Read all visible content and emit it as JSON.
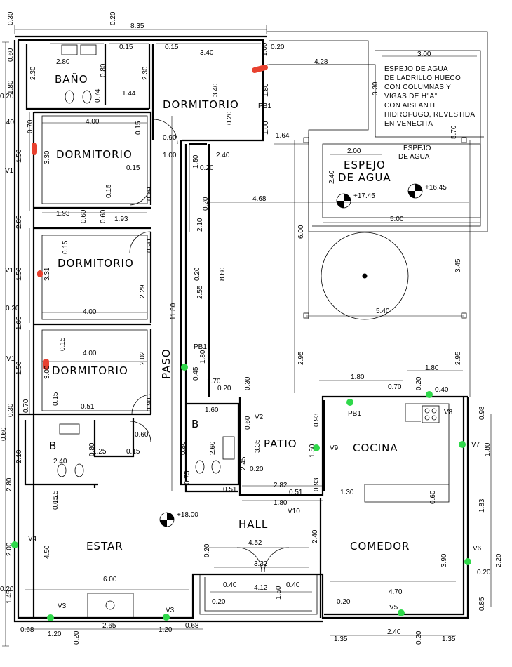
{
  "rooms": {
    "bano": "BAÑO",
    "dormitorio_1": "DORMITORIO",
    "dormitorio_2": "DORMITORIO",
    "dormitorio_3": "DORMITORIO",
    "dormitorio_4": "DORMITORIO",
    "paso": "PASO",
    "patio": "PATIO",
    "cocina": "COCINA",
    "hall": "HALL",
    "estar": "ESTAR",
    "comedor": "COMEDOR",
    "b_left": "B",
    "b_mid": "B",
    "espejo_agua": [
      "ESPEJO",
      "DE AGUA"
    ],
    "espejo_small": [
      "ESPEJO",
      "DE AGUA"
    ]
  },
  "note_lines": [
    "ESPEJO DE AGUA",
    "DE LADRILLO HUECO",
    "CON COLUMNAS Y",
    "VIGAS DE H°A°",
    "CON AISLANTE",
    "HIDROFUGO, REVESTIDA",
    "EN VENECITA"
  ],
  "levels": {
    "espejo_1": "+17.45",
    "espejo_2": "+16.45",
    "estar": "+18.00"
  },
  "openings": {
    "pb1_top": "PB1",
    "pb1_paso": "PB1",
    "pb1_cocina": "PB1",
    "v1_a": "V1",
    "v1_b": "V1",
    "v1_c": "V1",
    "v2": "V2",
    "v3_a": "V3",
    "v3_b": "V3",
    "v4": "V4",
    "v5": "V5",
    "v6": "V6",
    "v7": "V7",
    "v8": "V8",
    "v9": "V9",
    "v10": "V10"
  },
  "dims": {
    "d835": "8.35",
    "d020_t": "0.20",
    "d030": "0.30",
    "d060_l": "0.60",
    "d080_l": "0.80",
    "d280": "2.80",
    "d015_a": "0.15",
    "d015_b": "0.15",
    "d340_t": "3.40",
    "d100_t": "1.00",
    "d020_r": "0.20",
    "d230_a": "2.30",
    "d230_b": "2.30",
    "d080_b": "0.80",
    "d074": "0.74",
    "d144": "1.44",
    "d180_l": "1.80",
    "d020_l1": "0.20",
    "d428": "4.28",
    "d340_v": "3.40",
    "d180_v": "1.80",
    "d020_v": "0.20",
    "d100_v": "1.00",
    "d164": "1.64",
    "d040_l": ".40",
    "d070_l": "0.70",
    "d400_1": "4.00",
    "d015_c": "0.15",
    "d090_1": "0.90",
    "d150_1": "1.50",
    "d330": "3.30",
    "d015_d": "0.15",
    "d100_m": "1.00",
    "d240_m": "2.40",
    "d150_m": "1.50",
    "d020_m": "0.20",
    "d015_e": "0.15",
    "d090_2": "0.90",
    "d285": "2.85",
    "d193_a": "1.93",
    "d060_a": "0.60",
    "d060_b": "0.60",
    "d193_b": "1.93",
    "d015_f": "0.15",
    "d090_3": "0.90",
    "d331": "3.31",
    "d229": "2.29",
    "d150_2": "1.50",
    "d400_2": "4.00",
    "d020_l2": "0.20",
    "d165": "1.65",
    "d015_g": "0.15",
    "d400_3": "4.00",
    "d202": "2.02",
    "d150_3": "1.50",
    "d300": "3.00",
    "d1180": "11.80",
    "d880": "8.80",
    "d210_p": "2.10",
    "d020_p": "0.20",
    "d020_p2": "0.20",
    "d255": "2.55",
    "d180_p": "1.80",
    "d045": "0.45",
    "d170": "1.70",
    "d020_p3": "0.20",
    "d030_l": "0.30",
    "d070_l2": "0.70",
    "d015_h": "0.15",
    "d051_a": "0.51",
    "d090_4": "0.90",
    "d060_l2": "0.60",
    "d210_l": "2.10",
    "d080_l2": "0.80",
    "d060_c": "0.60",
    "d125": "1.25",
    "d015_i": "0.15",
    "d240_l": "2.40",
    "d280_l": "2.80",
    "d015_j": "0.15",
    "d160": "1.60",
    "d030_m": "0.30",
    "d060_m": "0.60",
    "d260": "2.60",
    "d080_m": "0.80",
    "d075": "0.75",
    "d245": "2.45",
    "d335": "3.35",
    "d020_m2": "0.20",
    "d051_b": "0.51",
    "d282": "2.82",
    "d051_c": "0.51",
    "d180_m": "1.80",
    "d093_a": "0.93",
    "d150_m2": "1.50",
    "d093_b": "0.93",
    "d130": "1.30",
    "d060_k": "0.60",
    "d468": "4.68",
    "d600": "6.00",
    "d540": "5.40",
    "d345": "3.45",
    "d295_a": "2.95",
    "d295_b": "2.95",
    "d180_c": "1.80",
    "d180_c2": "1.80",
    "d070_c": "0.70",
    "d020_c": "0.20",
    "d040_c": "0.40",
    "d098": "0.98",
    "d180_r": "1.80",
    "d183": "1.83",
    "d220": "2.20",
    "d020_r2": "0.20",
    "d085": "0.85",
    "d390": "3.90",
    "d470": "4.70",
    "d020_c2": "0.20",
    "d240_b": "2.40",
    "d020_b": "0.20",
    "d135_a": "1.35",
    "d135_b": "1.35",
    "d300_e": "3.00",
    "d330_e": "3.30",
    "d570": "5.70",
    "d200_e": "2.00",
    "d240_e": "2.40",
    "d500": "5.00",
    "d240_h": "2.40",
    "d452": "4.52",
    "d332": "3.32",
    "d020_h": "0.20",
    "d040_h1": "0.40",
    "d412": "4.12",
    "d040_h2": "0.40",
    "d020_h2": "0.20",
    "d150_h": "1.50",
    "d450": "4.50",
    "d015_s": "0.15",
    "d200_s": "2.00",
    "d600_s": "6.00",
    "d020_s": "0.20",
    "d145": "1.45",
    "d068_a": "0.68",
    "d120_a": "1.20",
    "d265": "2.65",
    "d120_b": "1.20",
    "d068_b": "0.68",
    "d020_s2": "0.20"
  },
  "markers": {
    "red": "#e8412f",
    "green": "#2fd84a"
  }
}
